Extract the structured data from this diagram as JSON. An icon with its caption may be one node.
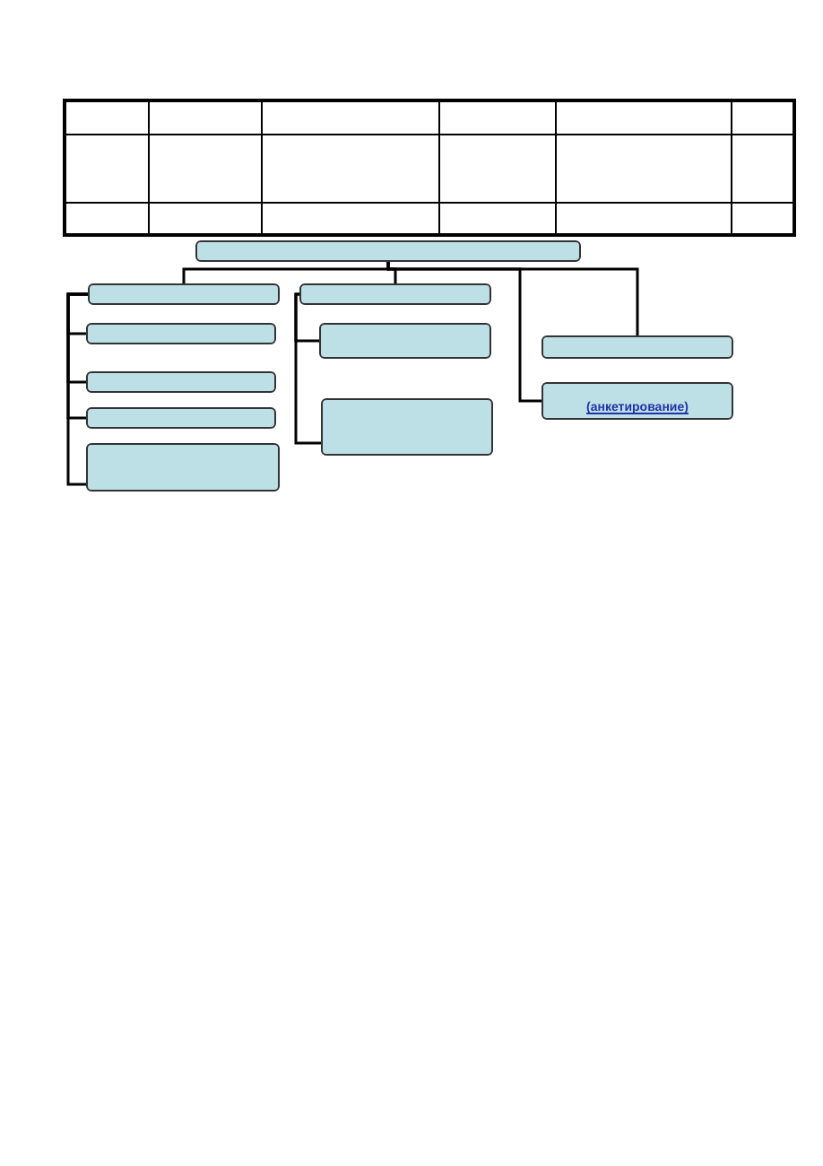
{
  "diagram": {
    "nodes": [
      {
        "text": [],
        "shape": "box"
      },
      {
        "text": [],
        "shape": "box"
      },
      {
        "text": [],
        "shape": "box"
      },
      {
        "text": [],
        "shape": "box"
      },
      {
        "text": [],
        "shape": "box"
      },
      {
        "text": [],
        "shape": "box"
      },
      {
        "text": [],
        "shape": "box"
      },
      {
        "text": [],
        "shape": "box"
      },
      {
        "text": [],
        "shape": "box"
      },
      {
        "text": [],
        "shape": "box"
      },
      {
        "text": [
          "(анкетирование)"
        ]
      }
    ],
    "edges": [
      {
        "from": 0,
        "to": 1,
        "arrow": "none"
      },
      {
        "from": 0,
        "to": 6,
        "arrow": "none"
      },
      {
        "from": 0,
        "to": 9,
        "arrow": "none"
      },
      {
        "from": 0,
        "to": 10,
        "arrow": "none"
      },
      {
        "from": 1,
        "to": 2,
        "arrow": "none"
      },
      {
        "from": 1,
        "to": 3,
        "arrow": "none"
      },
      {
        "from": 1,
        "to": 4,
        "arrow": "none"
      },
      {
        "from": 1,
        "to": 5,
        "arrow": "none"
      },
      {
        "from": 6,
        "to": 7,
        "arrow": "none"
      },
      {
        "from": 6,
        "to": 8,
        "arrow": "none"
      }
    ]
  }
}
